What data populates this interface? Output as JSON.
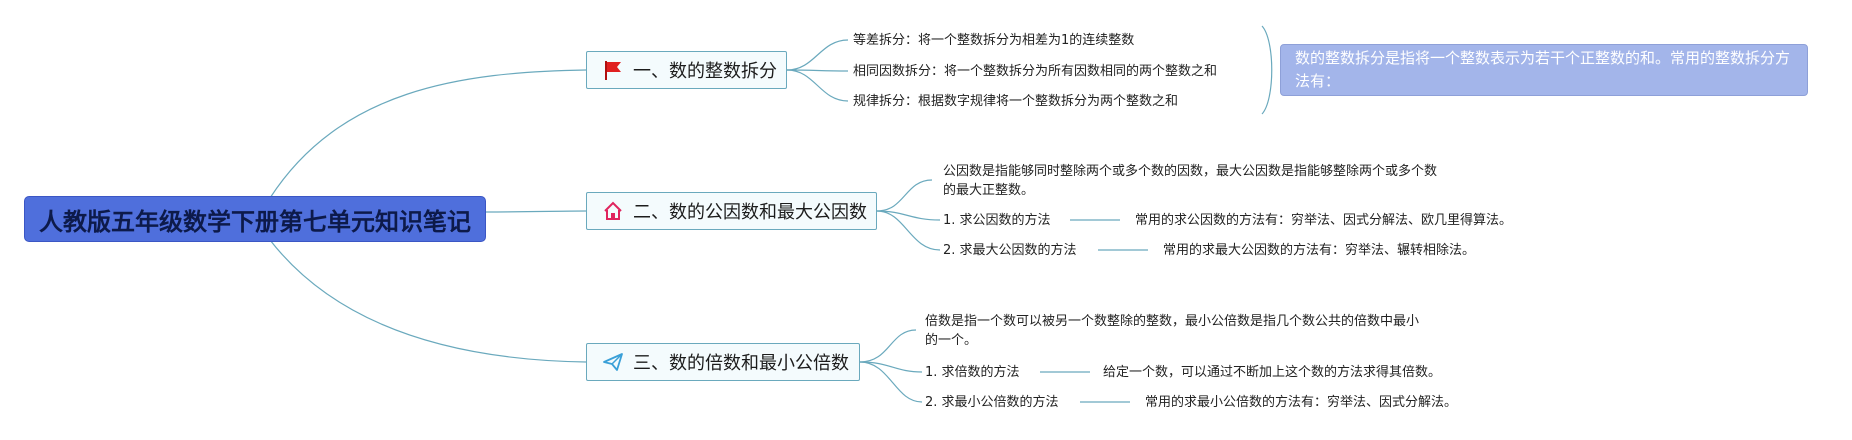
{
  "root": {
    "title": "人教版五年级数学下册第七单元知识笔记"
  },
  "branches": [
    {
      "label": "一、数的整数拆分",
      "icon": "flag-icon",
      "items": [
        "等差拆分：将一个整数拆分为相差为1的连续整数",
        "相同因数拆分：将一个整数拆分为所有因数相同的两个整数之和",
        "规律拆分：根据数字规律将一个整数拆分为两个整数之和"
      ],
      "note": "数的整数拆分是指将一个整数表示为若干个正整数的和。常用的整数拆分方法有："
    },
    {
      "label": "二、数的公因数和最大公因数",
      "icon": "home-icon",
      "definition": "公因数是指能够同时整除两个或多个数的因数，最大公因数是指能够整除两个或多个数的最大正整数。",
      "methods": [
        {
          "label": "1. 求公因数的方法",
          "detail": "常用的求公因数的方法有：穷举法、因式分解法、欧几里得算法。"
        },
        {
          "label": "2. 求最大公因数的方法",
          "detail": "常用的求最大公因数的方法有：穷举法、辗转相除法。"
        }
      ]
    },
    {
      "label": "三、数的倍数和最小公倍数",
      "icon": "paper-plane-icon",
      "definition": "倍数是指一个数可以被另一个数整除的整数，最小公倍数是指几个数公共的倍数中最小的一个。",
      "methods": [
        {
          "label": "1. 求倍数的方法",
          "detail": "给定一个数，可以通过不断加上这个数的方法求得其倍数。"
        },
        {
          "label": "2. 求最小公倍数的方法",
          "detail": "常用的求最小公倍数的方法有：穷举法、因式分解法。"
        }
      ]
    }
  ],
  "colors": {
    "root": "#4f6fdc",
    "branch_border": "#6aa9bd",
    "link": "#6aa9bd",
    "note": "#a3b5ea",
    "flag": "#e02020",
    "home": "#e0245e",
    "plane": "#3aa0d8"
  }
}
